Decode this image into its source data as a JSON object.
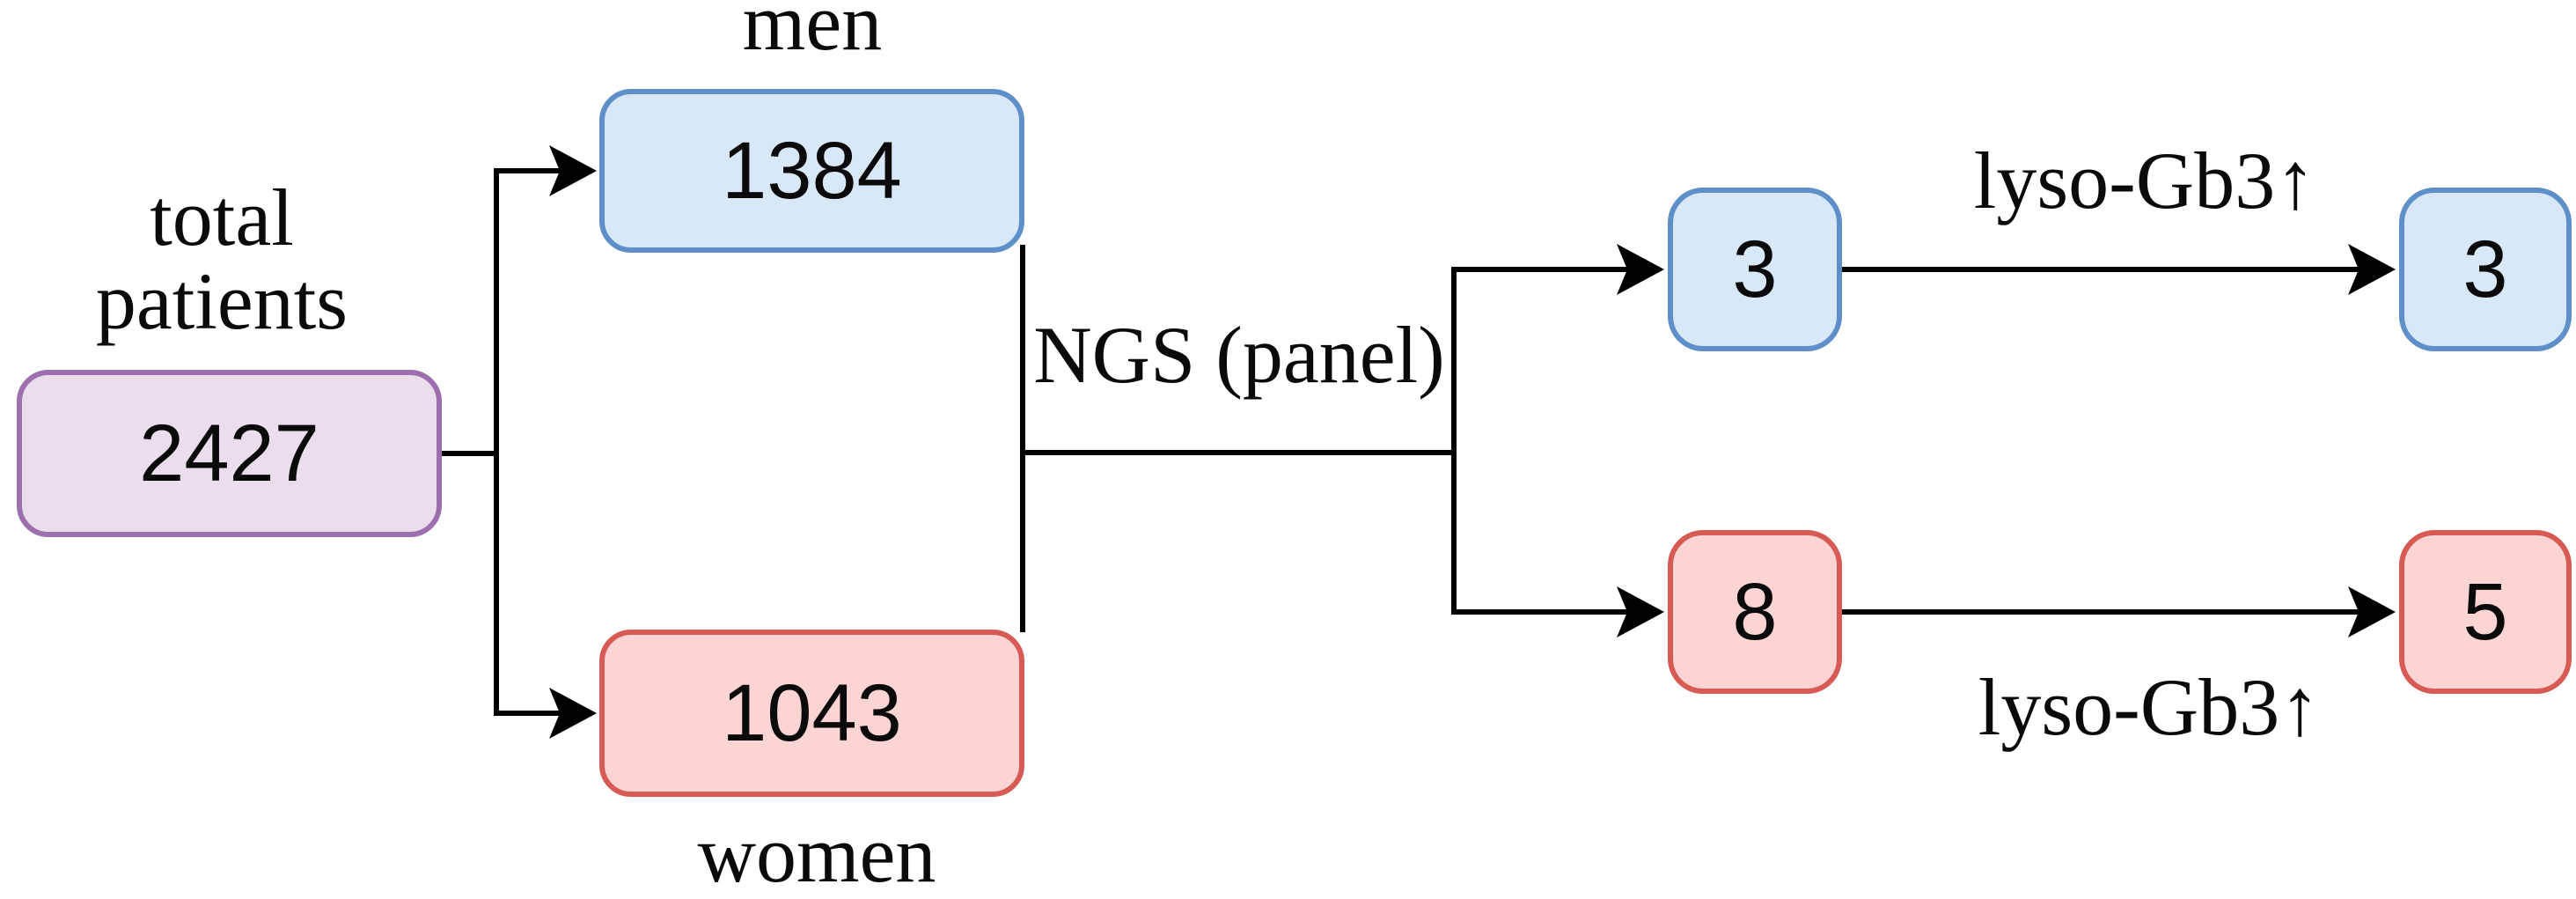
{
  "colors": {
    "background": "#FFFFFF",
    "text": "#0A0A0A",
    "line": "#000000",
    "total_fill": "#EADDEC",
    "total_border": "#9D6FAE",
    "male_fill": "#D9E8F8",
    "male_border": "#5E8FC9",
    "female_fill": "#FBD4D3",
    "female_border": "#D75A54"
  },
  "labels": {
    "total_patients_line1": "total",
    "total_patients_line2": "patients",
    "men": "men",
    "women": "women",
    "ngs_panel": "NGS (panel)",
    "lyso_gb3_men": "lyso-Gb3↑",
    "lyso_gb3_women": "lyso-Gb3↑"
  },
  "nodes": {
    "total_patients": {
      "value": "2427"
    },
    "men": {
      "value": "1384"
    },
    "women": {
      "value": "1043"
    },
    "ngs_men": {
      "value": "3"
    },
    "ngs_women": {
      "value": "8"
    },
    "lyso_men": {
      "value": "3"
    },
    "lyso_women": {
      "value": "5"
    }
  }
}
